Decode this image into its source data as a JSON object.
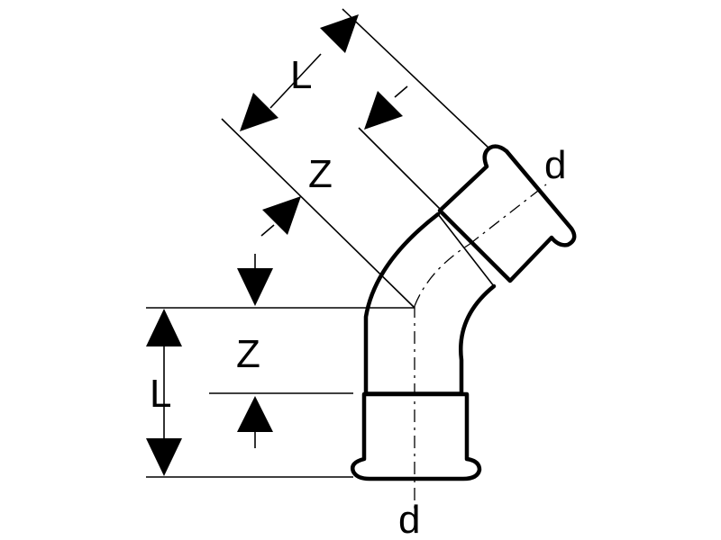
{
  "labels": {
    "length_vertical": "L",
    "offset_vertical": "Z",
    "length_angled": "L",
    "offset_angled": "Z",
    "diameter_top": "d",
    "diameter_bottom": "d"
  }
}
